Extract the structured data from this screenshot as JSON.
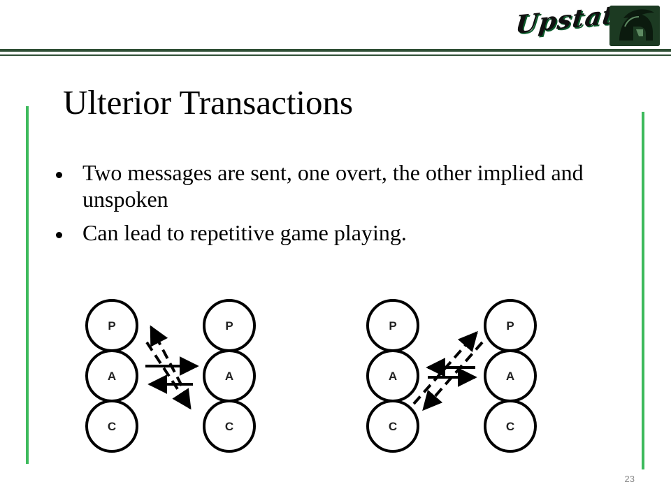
{
  "header": {
    "logo_text": "Upstate",
    "logo_icon": "spartan-helmet-icon",
    "accent_color": "#3dba5c",
    "rule_color": "#2f4f35"
  },
  "title": "Ulterior Transactions",
  "bullets": [
    "Two messages are sent, one overt, the other implied and unspoken",
    "Can lead to repetitive game playing."
  ],
  "diagrams": [
    {
      "left_person": [
        "P",
        "A",
        "C"
      ],
      "right_person": [
        "P",
        "A",
        "C"
      ],
      "overt": "A-A both ways (solid arrows)",
      "ulterior": "P→C and C→P (dashed arrows)"
    },
    {
      "left_person": [
        "P",
        "A",
        "C"
      ],
      "right_person": [
        "P",
        "A",
        "C"
      ],
      "overt": "A-A both ways (solid arrows)",
      "ulterior": "C→P and P→C (dashed arrows)"
    }
  ],
  "page_number": "23"
}
